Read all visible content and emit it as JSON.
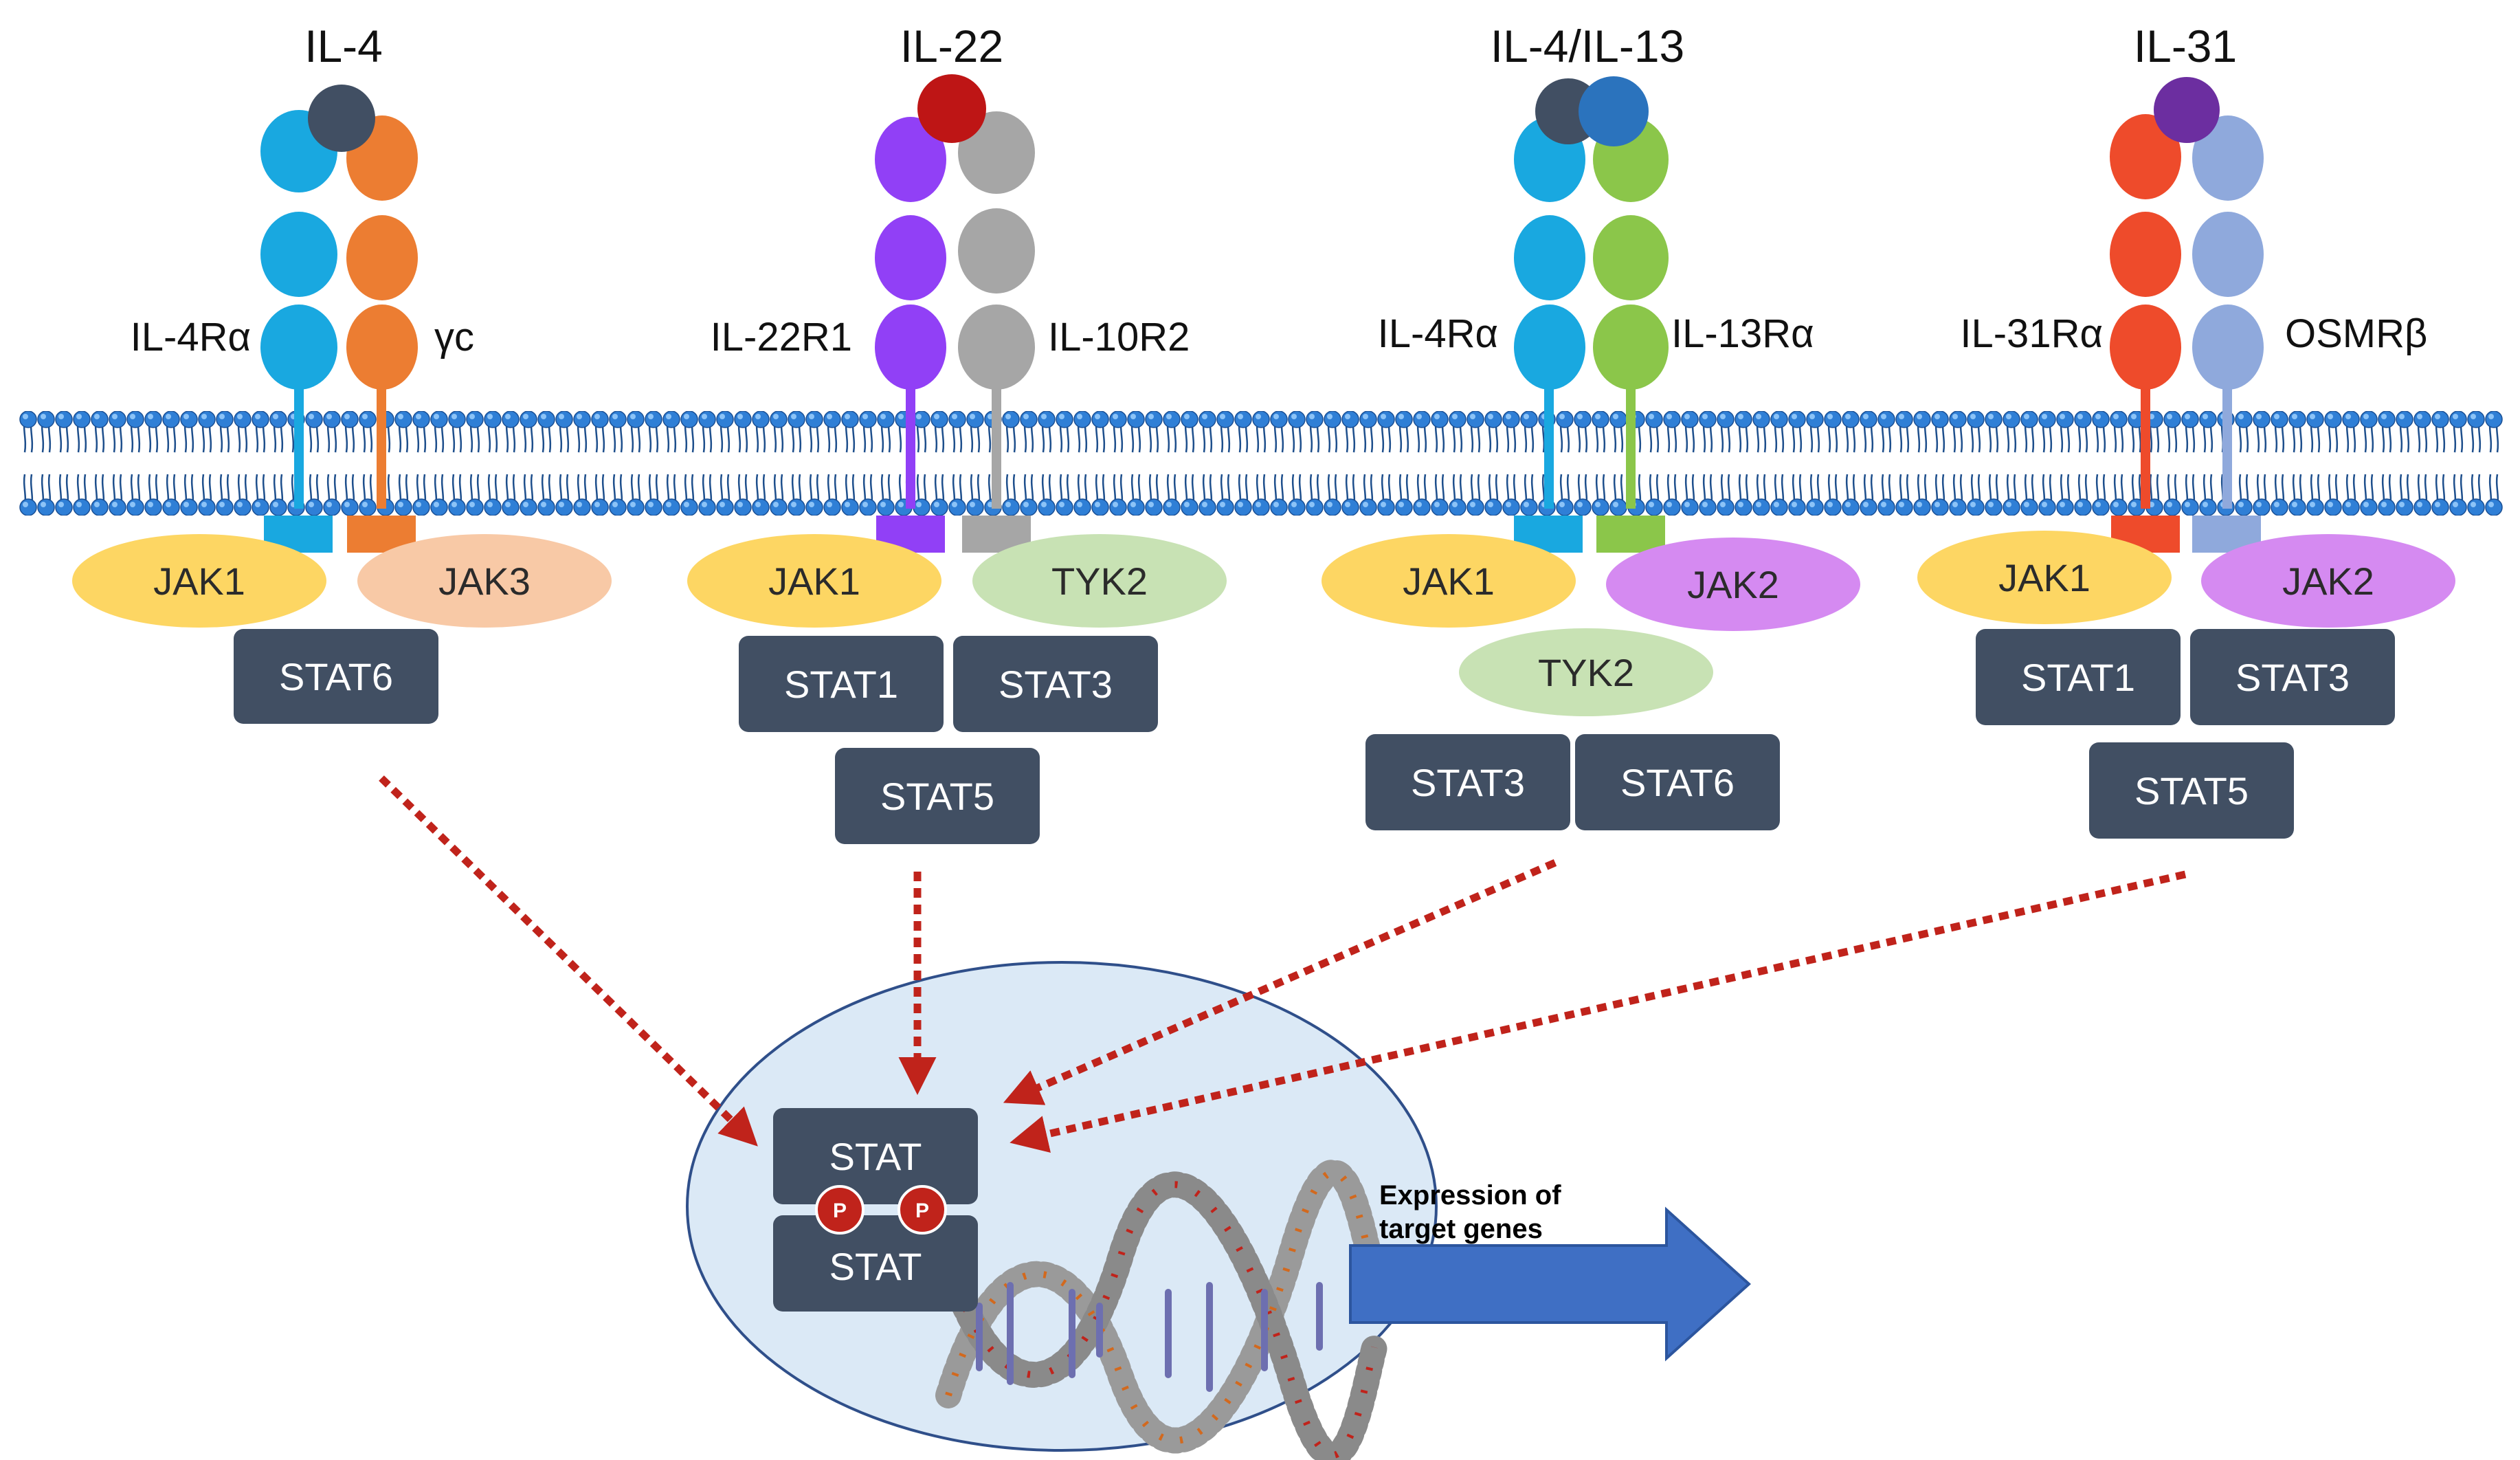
{
  "colors": {
    "membrane_head": "#2f7fd6",
    "membrane_head_highlight": "#7ab8f5",
    "membrane_tail": "#1e4f8c",
    "stat_box": "#414f63",
    "jak1": "#fdd663",
    "jak3": "#f8c9a6",
    "tyk2": "#c8e2b4",
    "jak2": "#d58af1",
    "arrow_dotted": "#c0231b",
    "nucleus_fill": "#dbe9f6",
    "nucleus_stroke": "#2f4f8a",
    "phospho": "#c0231b",
    "expression_arrow": "#3f6fc4"
  },
  "pathways": [
    {
      "ligand": "IL-4",
      "receptor_left": "IL-4Rα",
      "receptor_right": "γc",
      "kinase_left": "JAK1",
      "kinase_right": "JAK3",
      "stats": [
        "STAT6"
      ]
    },
    {
      "ligand": "IL-22",
      "receptor_left": "IL-22R1",
      "receptor_right": "IL-10R2",
      "kinase_left": "JAK1",
      "kinase_right": "TYK2",
      "stats": [
        "STAT1",
        "STAT3",
        "STAT5"
      ]
    },
    {
      "ligand": "IL-4/IL-13",
      "receptor_left": "IL-4Rα",
      "receptor_right": "IL-13Rα",
      "kinase_left": "JAK1",
      "kinase_right": "JAK2",
      "kinase_extra": "TYK2",
      "stats": [
        "STAT3",
        "STAT6"
      ]
    },
    {
      "ligand": "IL-31",
      "receptor_left": "IL-31Rα",
      "receptor_right": "OSMRβ",
      "kinase_left": "JAK1",
      "kinase_right": "JAK2",
      "stats": [
        "STAT1",
        "STAT3",
        "STAT5"
      ]
    }
  ],
  "nucleus": {
    "stat_top": "STAT",
    "stat_bottom": "STAT",
    "phospho_label": "P",
    "expression_line1": "Expression of",
    "expression_line2": "target genes"
  }
}
